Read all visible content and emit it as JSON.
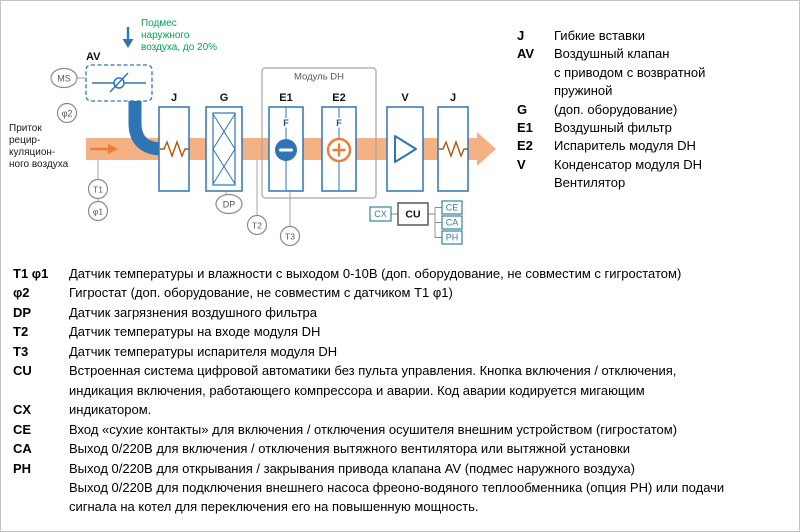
{
  "colors": {
    "band": "#F4B183",
    "band_arrow": "#ED7D31",
    "pipe_blue": "#2E75B6",
    "box_stroke": "#2E75B6",
    "condenser_orange": "#ED7D31",
    "sensor_grey": "#8a8a8a",
    "green_label": "#00A550",
    "teal_io": "#31849B",
    "module_grey": "#A6A6A6"
  },
  "diagram": {
    "outside_air": [
      "Подмес",
      "наружного",
      "воздуха, до 20%"
    ],
    "intake": [
      "Приток",
      "рецир-",
      "куляцион-",
      "ного воздуха"
    ],
    "av": "AV",
    "ms": "MS",
    "phi2": "φ2",
    "t1": "T1",
    "phi1": "φ1",
    "dp": "DP",
    "t2": "T2",
    "t3": "T3",
    "module_dh": "Модуль DH",
    "box_j1": "J",
    "box_g": "G",
    "box_e1": "E1",
    "box_e2": "E2",
    "box_v": "V",
    "box_j2": "J",
    "f1": "F",
    "f2": "F",
    "cx": "CX",
    "cu": "CU",
    "ce": "CE",
    "ca": "CA",
    "ph": "PH"
  },
  "legend_right": {
    "rows": [
      {
        "key": "J",
        "text": "Гибкие вставки"
      },
      {
        "key": "AV",
        "text": "Воздушный клапан"
      },
      {
        "key": "",
        "text": "с приводом с возвратной"
      },
      {
        "key": "",
        "text": "пружиной"
      },
      {
        "key": "G",
        "text": "(доп. оборудование)"
      },
      {
        "key": "E1",
        "text": "Воздушный фильтр"
      },
      {
        "key": "E2",
        "text": "Испаритель модуля DH"
      },
      {
        "key": "V",
        "text": "Конденсатор модуля DH"
      },
      {
        "key": "",
        "text": "Вентилятор"
      }
    ]
  },
  "legend_bottom": {
    "rows": [
      {
        "key": "T1 φ1",
        "text": "Датчик температуры и влажности с выходом 0-10В (доп. оборудование, не совместим с гигростатом)"
      },
      {
        "key": "φ2",
        "text": "Гигростат (доп. оборудование, не совместим с датчиком T1 φ1)"
      },
      {
        "key": "DP",
        "text": "Датчик загрязнения воздушного фильтра"
      },
      {
        "key": "T2",
        "text": "Датчик температуры на входе модуля DH"
      },
      {
        "key": "T3",
        "text": "Датчик температуры испарителя модуля DH"
      },
      {
        "key": "CU",
        "text": "Встроенная система цифровой автоматики без пульта управления. Кнопка включения / отключения,"
      },
      {
        "key": "",
        "text": "индикация включения, работающего компрессора и аварии. Код аварии кодируется мигающим"
      },
      {
        "key": "CX",
        "text": "индикатором."
      },
      {
        "key": "CE",
        "text": "Вход «сухие контакты» для включения / отключения осушителя внешним устройством (гигростатом)"
      },
      {
        "key": "CA",
        "text": "Выход 0/220В для включения / отключения вытяжного вентилятора или вытяжной установки"
      },
      {
        "key": "PH",
        "text": "Выход 0/220В для открывания / закрывания привода клапана AV (подмес наружного воздуха)"
      },
      {
        "key": "",
        "text": "Выход 0/220В для подключения внешнего насоса фреоно-водяного теплообменника (опция PH) или подачи"
      },
      {
        "key": "",
        "text": "сигнала на котел для переключения его на повышенную мощность."
      }
    ]
  }
}
